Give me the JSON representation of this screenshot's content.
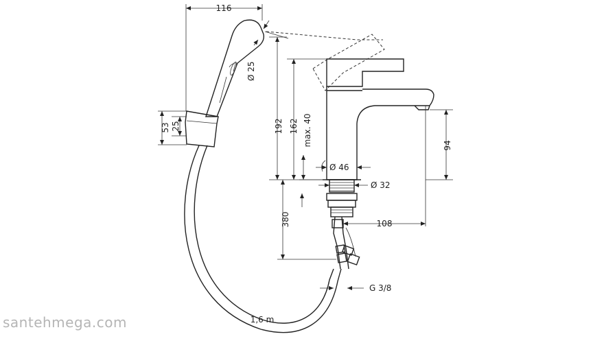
{
  "watermark": "santehmega.com",
  "dimensions": {
    "hand_shower_width": "116",
    "hand_shower_diameter": "Ø 25",
    "holder_height": "53",
    "holder_inner": "25",
    "total_height": "192",
    "handle_height": "162",
    "max_height": "max. 40",
    "spout_height": "94",
    "base_diameter": "Ø 46",
    "thread_diameter": "Ø 32",
    "spout_reach": "108",
    "hose_length_lower": "380",
    "connection": "G 3/8",
    "hose_length": "1,6 m"
  }
}
